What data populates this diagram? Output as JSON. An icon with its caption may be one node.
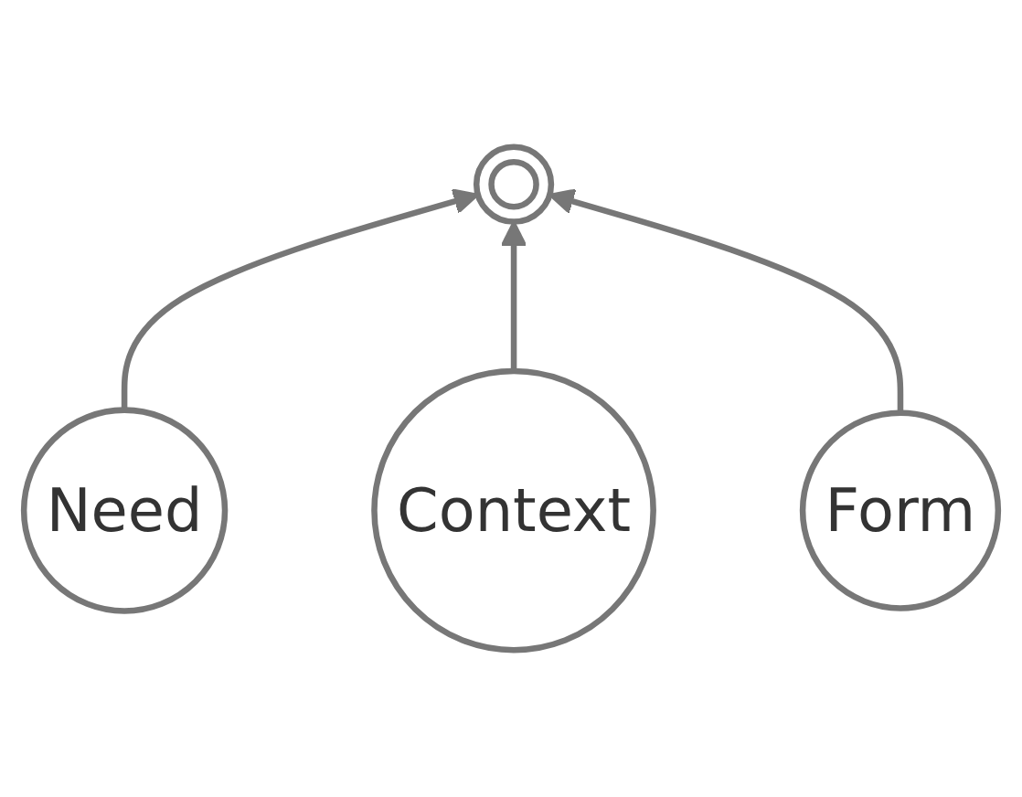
{
  "diagram": {
    "nodes": [
      {
        "text": [
          "Need"
        ]
      },
      {
        "text": [],
        "shape": "circle"
      },
      {
        "text": [
          "Context"
        ]
      },
      {
        "text": [
          "Form"
        ]
      }
    ],
    "edges": [
      {
        "from": 0,
        "to": 1,
        "arrow": "to"
      },
      {
        "from": 2,
        "to": 1,
        "arrow": "to"
      },
      {
        "from": 3,
        "to": 1,
        "arrow": "to"
      }
    ]
  }
}
